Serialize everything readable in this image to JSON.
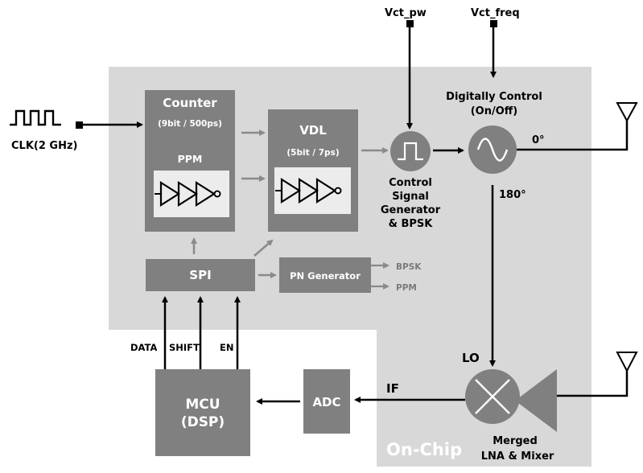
{
  "inputs": {
    "vct_pw": "Vct_pw",
    "vct_freq": "Vct_freq",
    "clk": "CLK(2 GHz)"
  },
  "blocks": {
    "counter_title": "Counter",
    "counter_sub": "(9bit / 500ps)",
    "ppm": "PPM",
    "vdl_title": "VDL",
    "vdl_sub": "(5bit / 7ps)",
    "spi": "SPI",
    "pn_generator": "PN Generator",
    "mcu_line1": "MCU",
    "mcu_line2": "(DSP)",
    "adc": "ADC"
  },
  "pn_outputs": [
    "BPSK",
    "PPM"
  ],
  "csg_label": [
    "Control",
    "Signal",
    "Generator",
    "& BPSK"
  ],
  "osc_label": [
    "Digitally Control",
    "(On/Off)"
  ],
  "phase": {
    "deg0": "0°",
    "deg180": "180°"
  },
  "mcu_signals": [
    "DATA",
    "SHIFT",
    "EN"
  ],
  "mixer": {
    "lo": "LO",
    "if": "IF",
    "label": [
      "Merged",
      "LNA & Mixer"
    ]
  },
  "onchip_label": "On-Chip"
}
